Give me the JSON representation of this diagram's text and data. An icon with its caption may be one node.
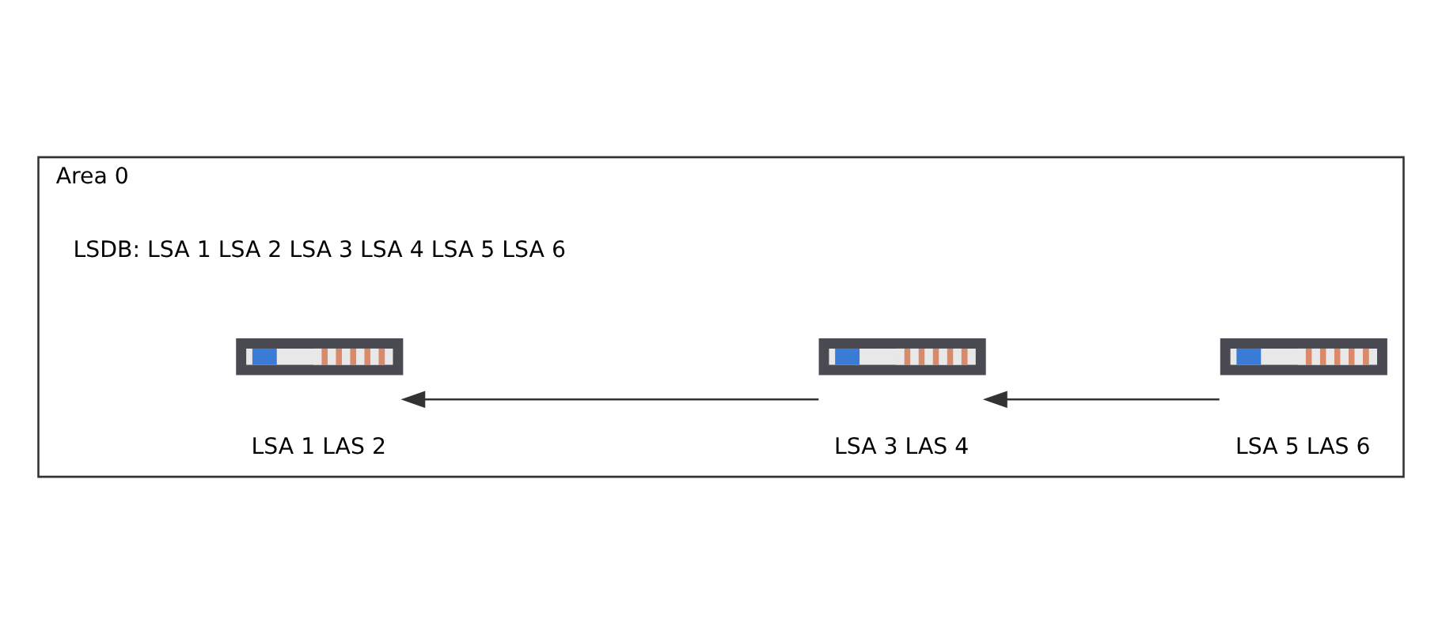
{
  "diagram": {
    "nodes": [
      {
        "text": [
          "Area 0"
        ]
      },
      {
        "text": [],
        "shape": "router",
        "in": 0,
        "beside": [
          "LSA 1 LAS 2"
        ]
      },
      {
        "text": [],
        "shape": "router",
        "in": 0,
        "beside": [
          "LSA 3 LAS 4"
        ]
      },
      {
        "text": [],
        "shape": "router",
        "in": 0,
        "beside": [
          "LSA 5 LAS 6"
        ]
      }
    ],
    "edges": [
      {
        "from": 2,
        "to": 1,
        "arrow": "to"
      },
      {
        "from": 3,
        "to": 2,
        "arrow": "to"
      }
    ],
    "labels": [
      "LSDB: LSA 1 LSA 2 LSA 3 LSA 4 LSA 5 LSA 6"
    ]
  }
}
